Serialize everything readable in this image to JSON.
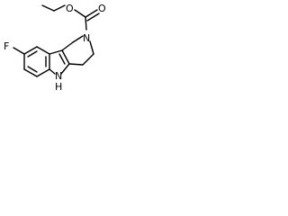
{
  "atoms": {
    "fluorine": "F",
    "carbonyl_oxygen": "O",
    "ester_oxygen": "O",
    "ring_nitrogen": "N",
    "indole_nitrogen": "N",
    "indole_hydrogen": "H"
  },
  "colors": {
    "bond": "#000000",
    "label": "#000000",
    "background": "#ffffff"
  }
}
